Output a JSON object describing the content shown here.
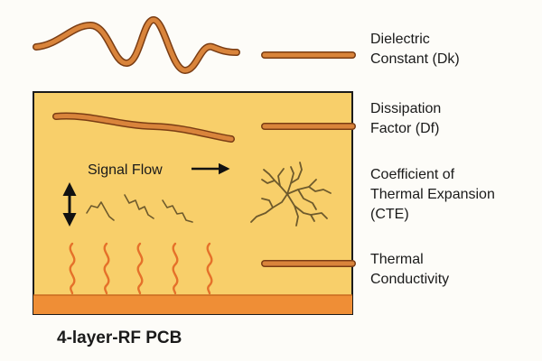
{
  "diagram": {
    "board_label": "4-layer-RF PCB",
    "signal_flow_label": "Signal Flow",
    "properties": [
      {
        "lines": [
          "Dielectric",
          "Constant (Dk)"
        ]
      },
      {
        "lines": [
          "Dissipation",
          "Factor (Df)"
        ]
      },
      {
        "lines": [
          "Coefficient of",
          "Thermal Expansion",
          "(CTE)"
        ]
      },
      {
        "lines": [
          "Thermal",
          "Conductivity"
        ]
      }
    ],
    "colors": {
      "board_fill": "#f8cf6a",
      "board_outline": "#1b1b1b",
      "copper_layer": "#ef8e36",
      "trace_fill": "#d9843b",
      "trace_outline": "#7a3d14",
      "crack": "#6e5a2c",
      "arrow": "#111111"
    },
    "icons": [
      "wave-icon",
      "straight-trace-icon",
      "arrow-right-icon",
      "double-arrow-icon",
      "crack-icon",
      "heat-wave-icon"
    ]
  }
}
